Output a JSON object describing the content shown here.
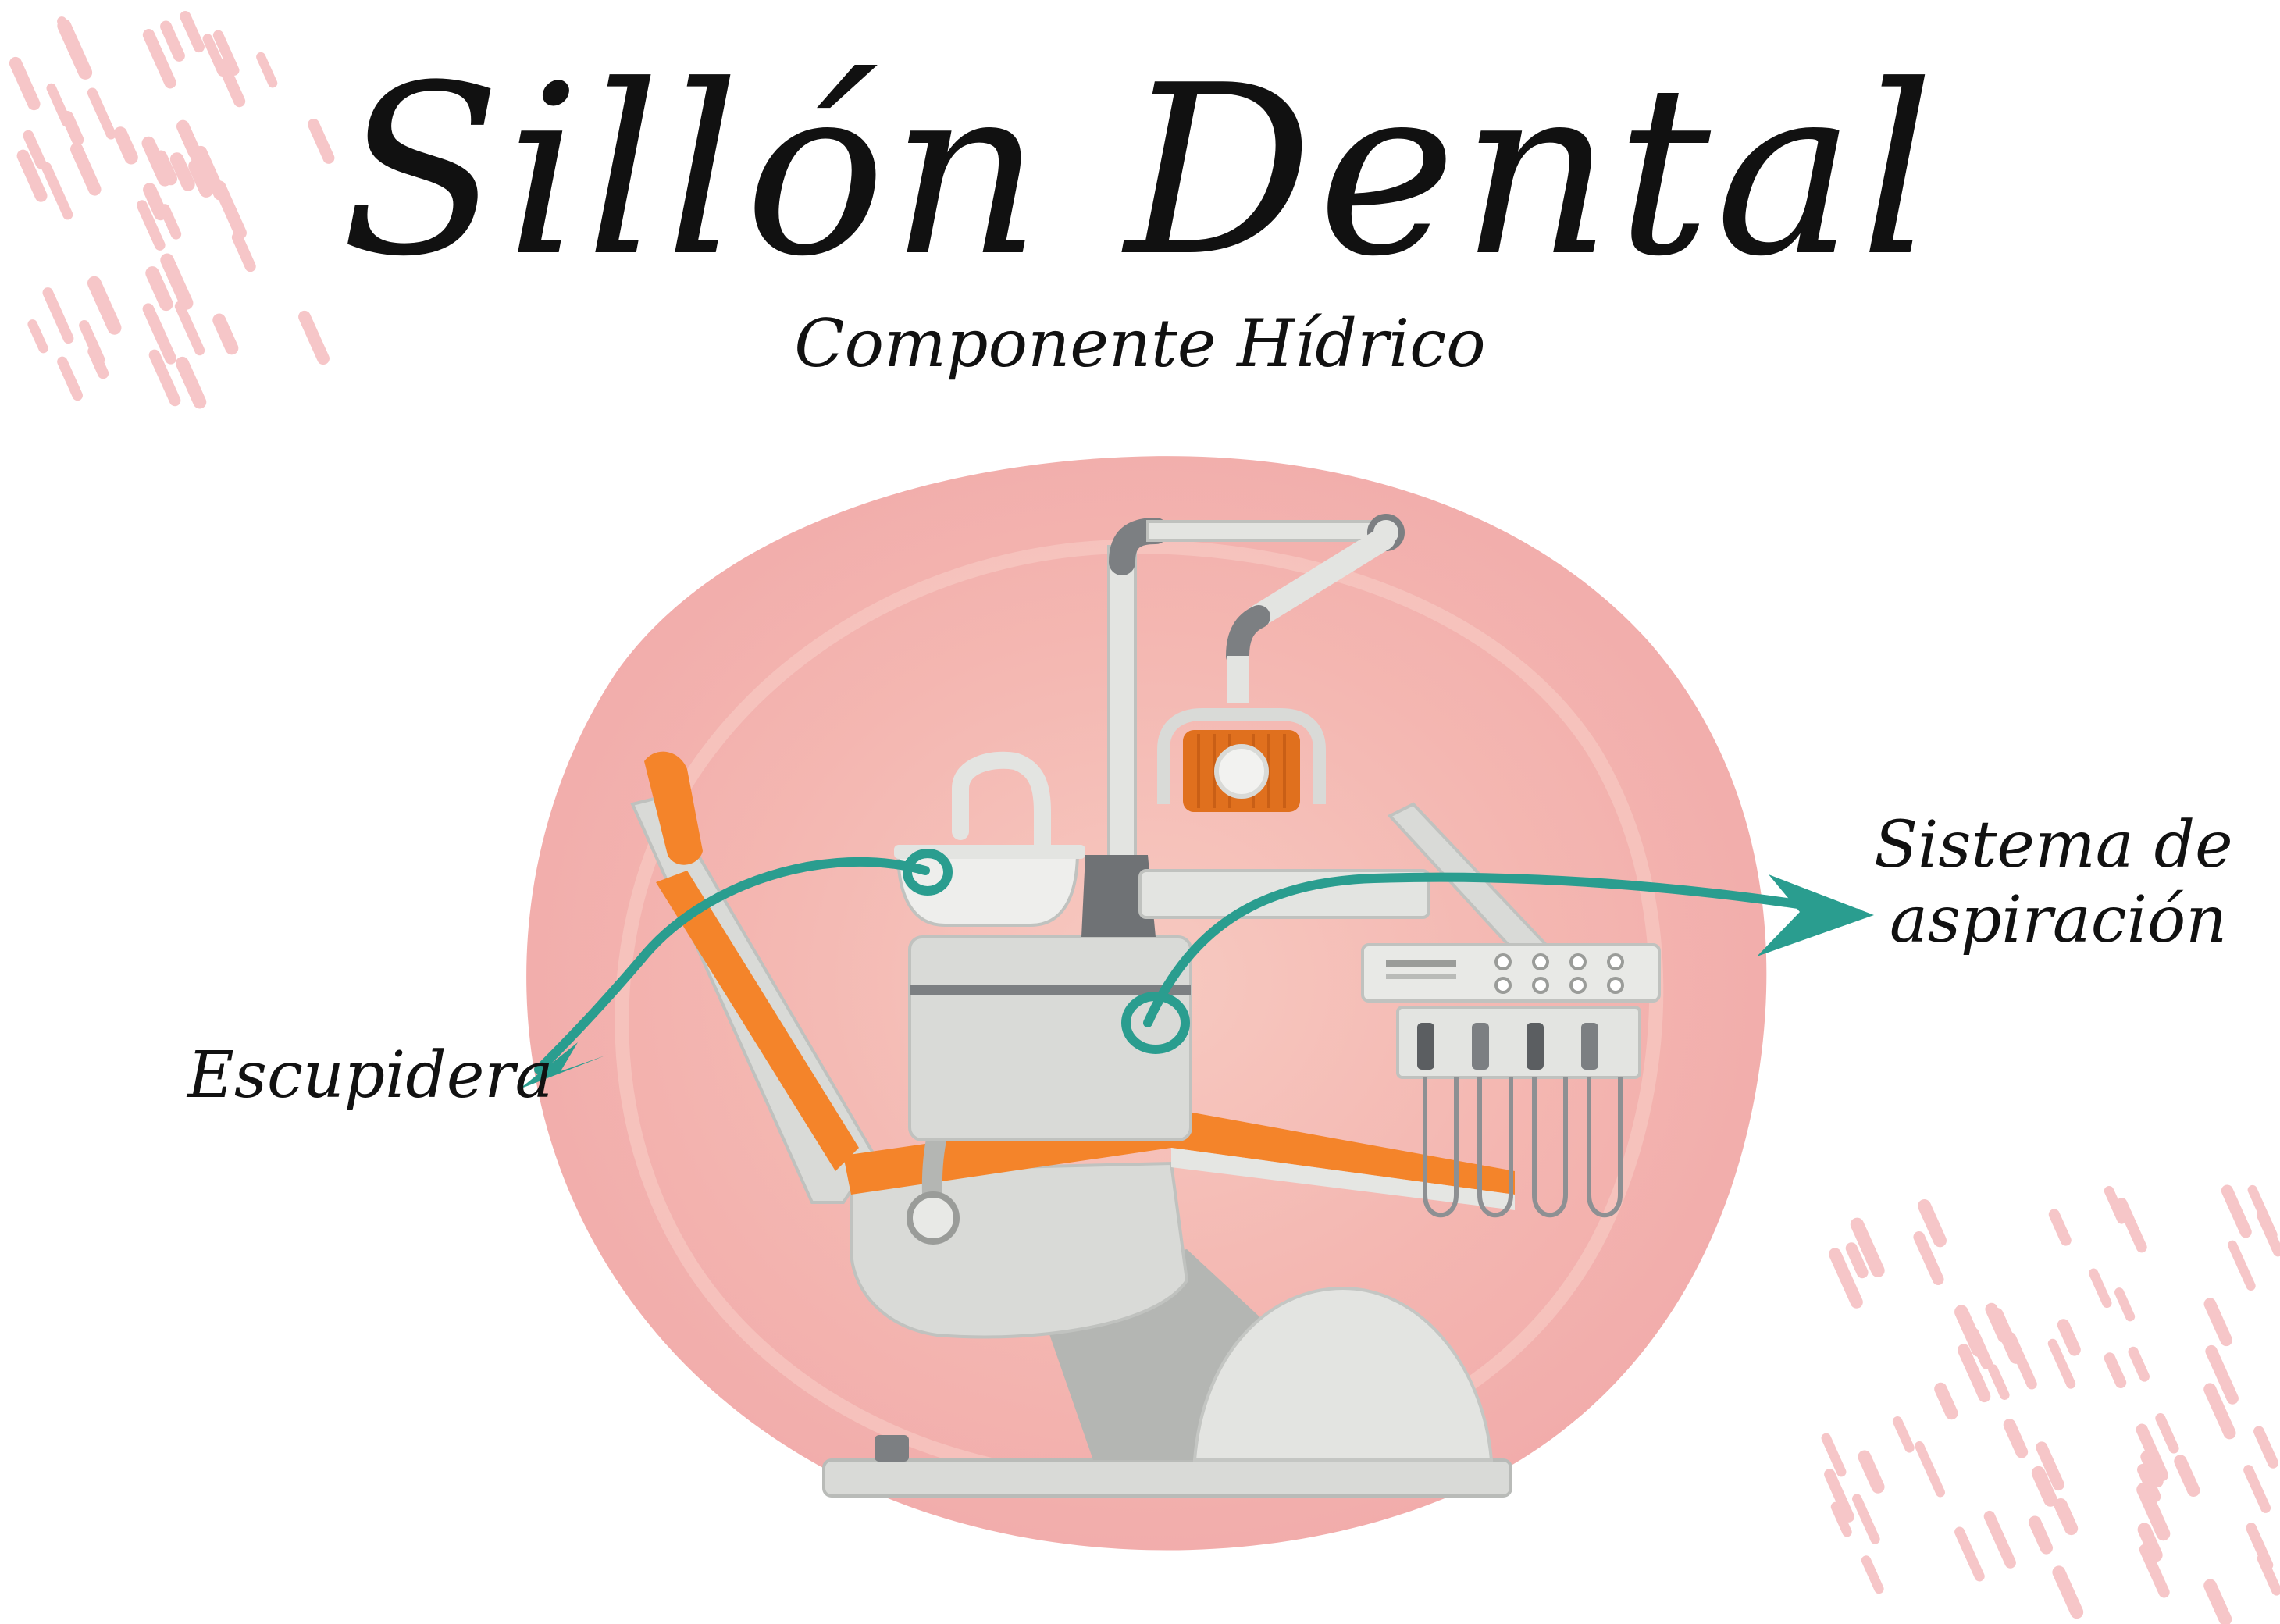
{
  "title": "Sillón Dental",
  "subtitle": "Componente Hídrico",
  "labels": {
    "left": "Escupidera",
    "right_line1": "Sistema de",
    "right_line2": "aspiración"
  },
  "colors": {
    "blob": "#f2aaa6",
    "accent_orange": "#f4842a",
    "teal_arrow": "#2a9d8f",
    "chair_gray": "#d9dad7",
    "dark_gray": "#7c7f82",
    "dash_pink": "#f6c6c8",
    "text": "#111111"
  },
  "icons": {
    "dental_chair": "dental-chair-icon",
    "dental_lamp": "dental-lamp-icon",
    "spittoon": "spittoon-icon",
    "instrument_tray": "instrument-tray-icon"
  }
}
